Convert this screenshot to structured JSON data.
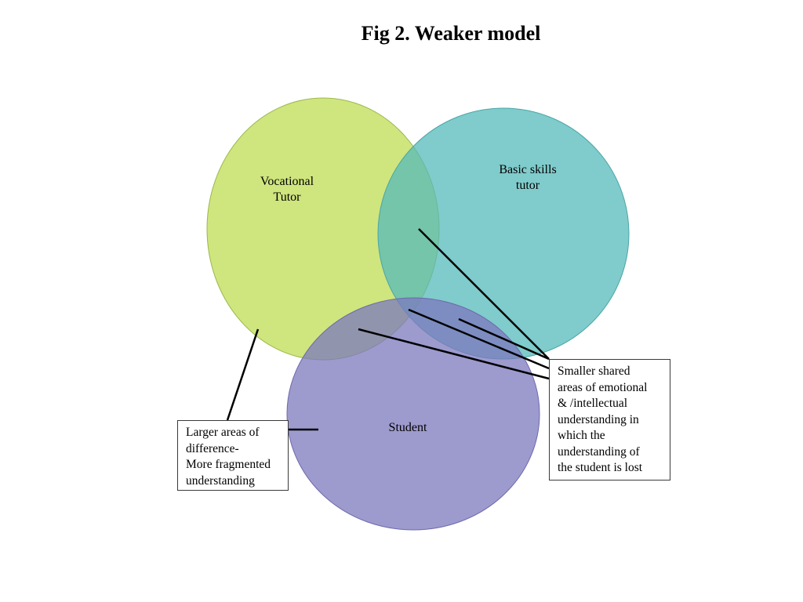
{
  "title": "Fig 2. Weaker model",
  "circles": [
    {
      "id": "vocational",
      "label_lines": [
        "Vocational",
        "Tutor"
      ],
      "color": "#c4df62"
    },
    {
      "id": "basic",
      "label_lines": [
        "Basic skills",
        "tutor"
      ],
      "color": "#6cc5c6"
    },
    {
      "id": "student",
      "label_lines": [
        "Student"
      ],
      "color": "#8a86c6"
    }
  ],
  "callouts": {
    "left": {
      "lines": [
        "Larger areas of",
        "difference-",
        "More fragmented",
        "understanding"
      ]
    },
    "right": {
      "lines": [
        "Smaller shared",
        "areas of emotional",
        "& /intellectual",
        "understanding in",
        "which the",
        "understanding of",
        "the student is lost"
      ]
    }
  }
}
